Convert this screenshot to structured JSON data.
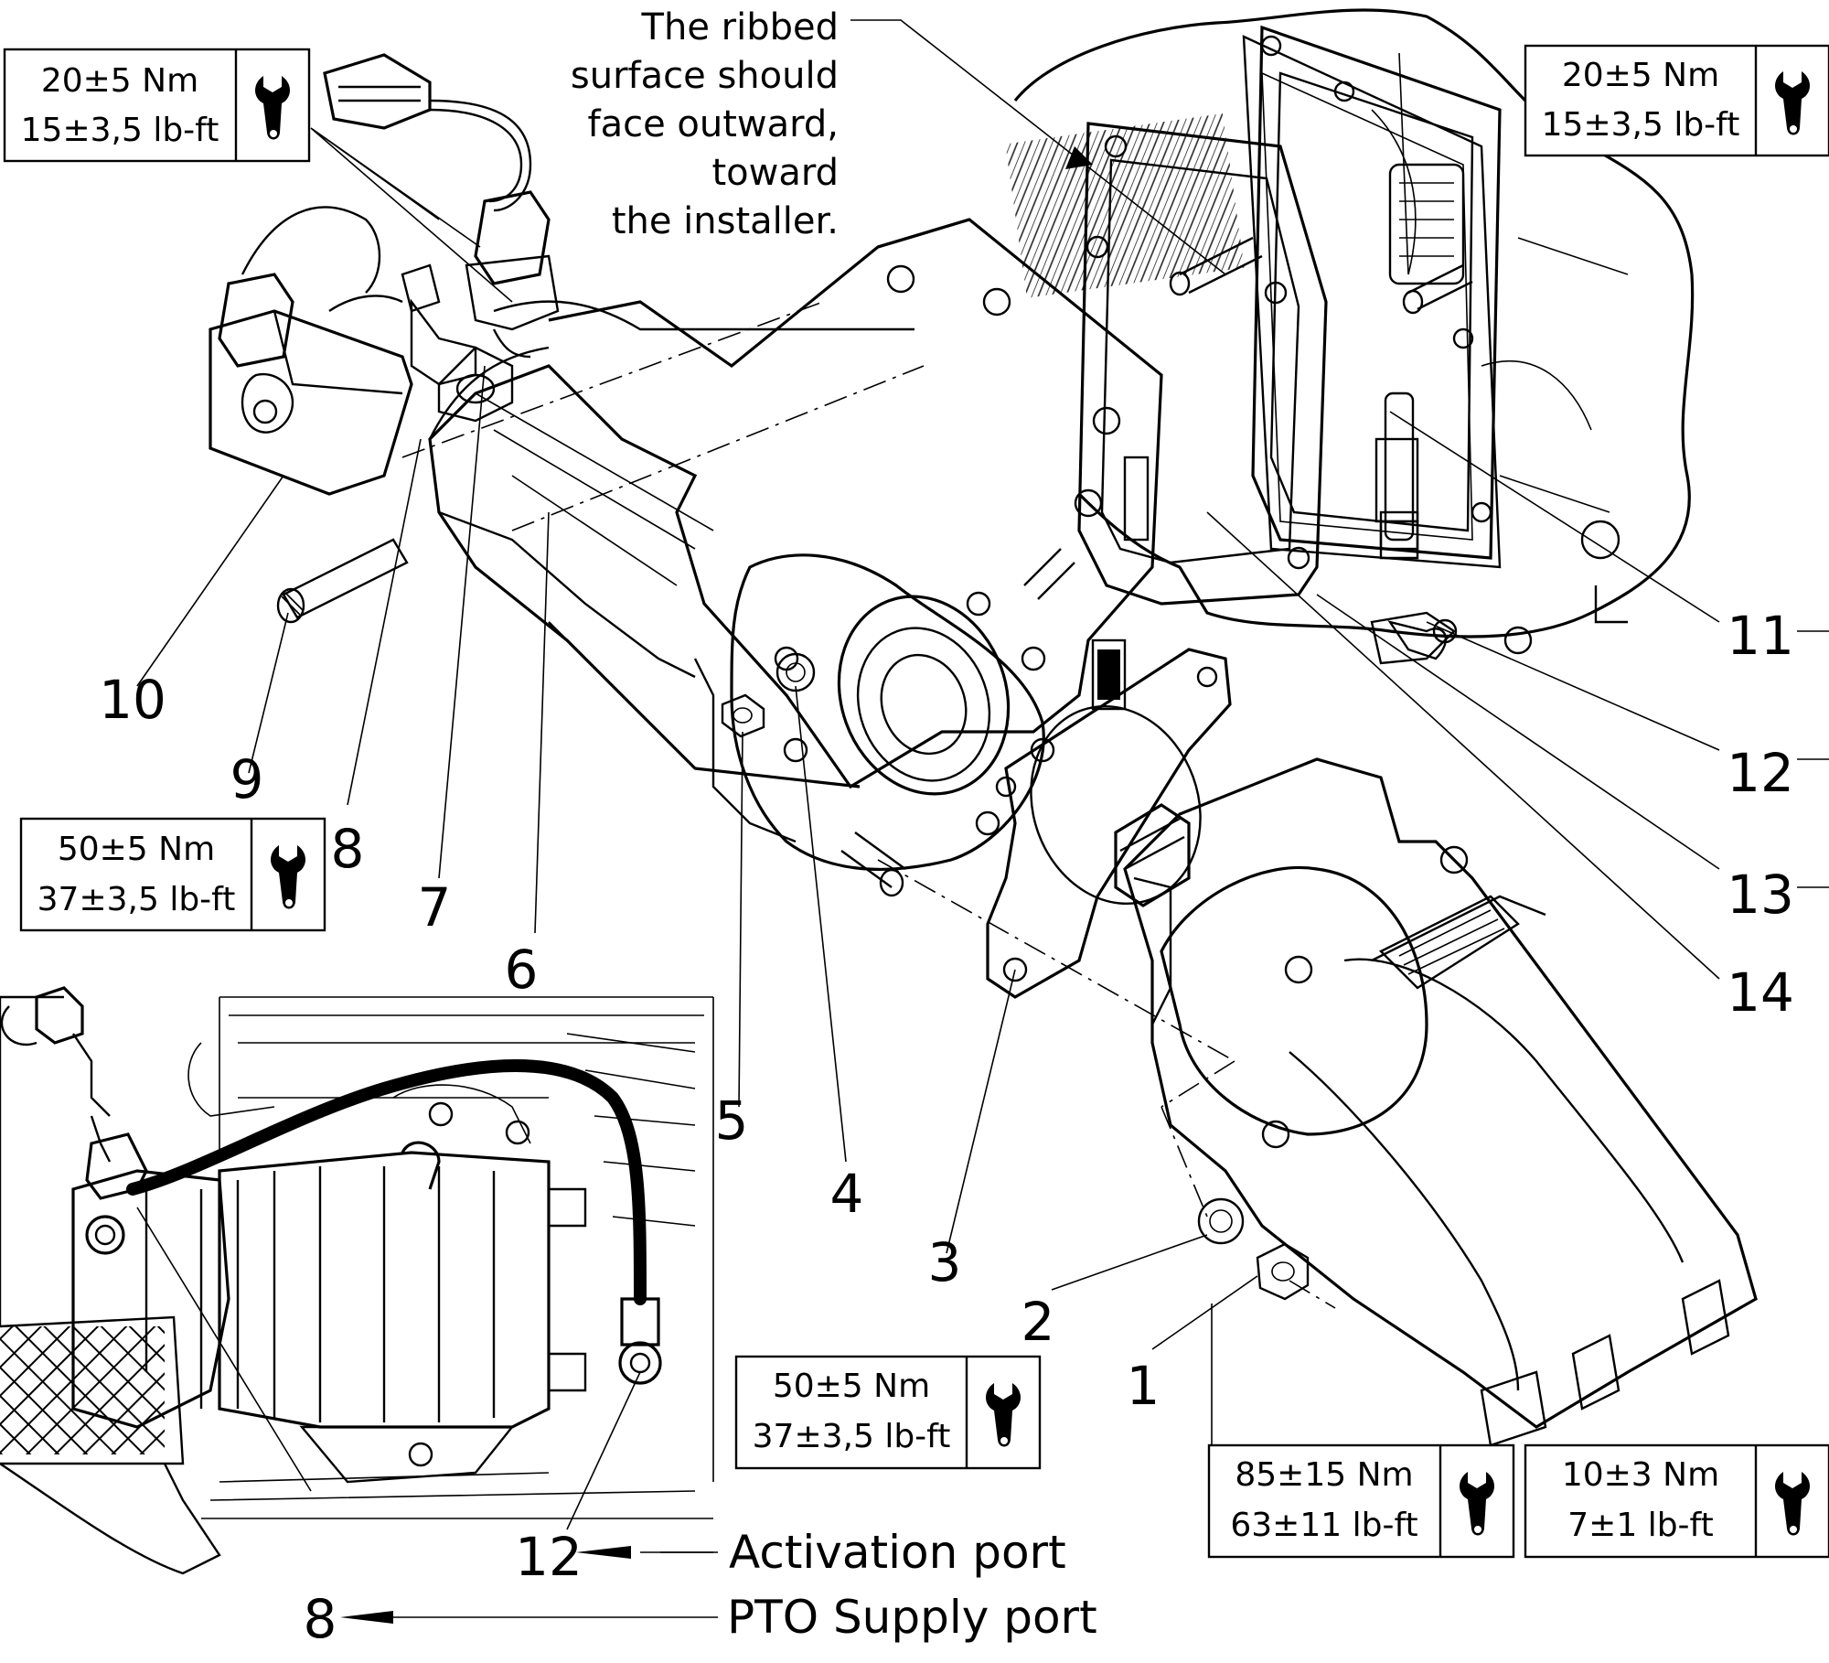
{
  "note": {
    "lines": [
      "The ribbed",
      "surface should",
      "face outward,",
      "toward",
      "the installer."
    ]
  },
  "torque_boxes": [
    {
      "id": "tl",
      "nm": "20±5 Nm",
      "lbft": "15±3,5 lb-ft",
      "icon": "wrench-icon"
    },
    {
      "id": "tr",
      "nm": "20±5 Nm",
      "lbft": "15±3,5 lb-ft",
      "icon": "wrench-icon"
    },
    {
      "id": "ml",
      "nm": "50±5 Nm",
      "lbft": "37±3,5 lb-ft",
      "icon": "wrench-icon"
    },
    {
      "id": "mc",
      "nm": "50±5 Nm",
      "lbft": "37±3,5 lb-ft",
      "icon": "wrench-icon"
    },
    {
      "id": "br1",
      "nm": "85±15 Nm",
      "lbft": "63±11 lb-ft",
      "icon": "wrench-icon"
    },
    {
      "id": "br2",
      "nm": "10±3 Nm",
      "lbft": "7±1 lb-ft",
      "icon": "wrench-icon"
    }
  ],
  "callouts": [
    "1",
    "2",
    "3",
    "4",
    "5",
    "6",
    "7",
    "8",
    "9",
    "10",
    "11",
    "12",
    "13",
    "14"
  ],
  "inset": {
    "callout_6": "6",
    "callout_12": "12",
    "callout_8": "8",
    "activation_label": "Activation port",
    "supply_label": "PTO Supply port"
  }
}
